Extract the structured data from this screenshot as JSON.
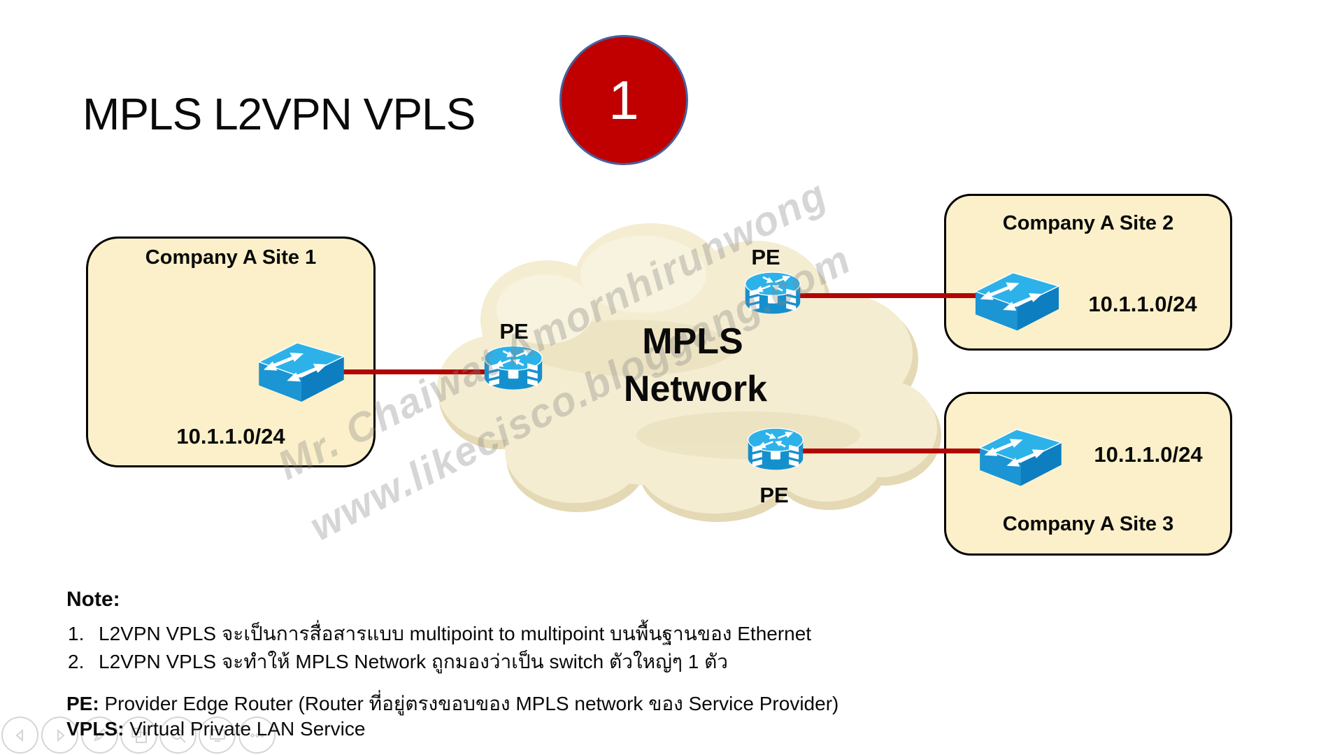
{
  "slide": {
    "title": "MPLS L2VPN VPLS",
    "badge": "1",
    "cloud": {
      "label_line1": "MPLS",
      "label_line2": "Network"
    },
    "sites": [
      {
        "name": "Company A Site 1",
        "subnet": "10.1.1.0/24"
      },
      {
        "name": "Company A Site 2",
        "subnet": "10.1.1.0/24"
      },
      {
        "name": "Company A Site 3",
        "subnet": "10.1.1.0/24"
      }
    ],
    "pe_labels": {
      "left": "PE",
      "top": "PE",
      "bottom": "PE"
    },
    "watermark": {
      "line1": "Mr. Chaiwat Amornhirunwong",
      "line2": "www.likecisco.bloggang.com"
    },
    "note": {
      "heading": "Note:",
      "items": [
        {
          "num": "1.",
          "text": "L2VPN VPLS จะเป็นการสื่อสารแบบ multipoint to multipoint บนพื้นฐานของ Ethernet"
        },
        {
          "num": "2.",
          "text": "L2VPN VPLS จะทำให้ MPLS Network ถูกมองว่าเป็น switch ตัวใหญ่ๆ 1 ตัว"
        }
      ],
      "definitions": [
        {
          "term": "PE:",
          "text": " Provider Edge Router (Router ที่อยู่ตรงขอบของ MPLS network ของ Service Provider)"
        },
        {
          "term": "VPLS:",
          "text": " Virtual Private LAN Service"
        }
      ]
    },
    "colors": {
      "badge_red": "#C00000",
      "badge_ring_blue": "#44619D",
      "line_red": "#B20606",
      "site_box_fill": "#FBF0C9",
      "cloud_fill": "#F4EDD1",
      "device_blue": "#2CB2E9"
    }
  }
}
